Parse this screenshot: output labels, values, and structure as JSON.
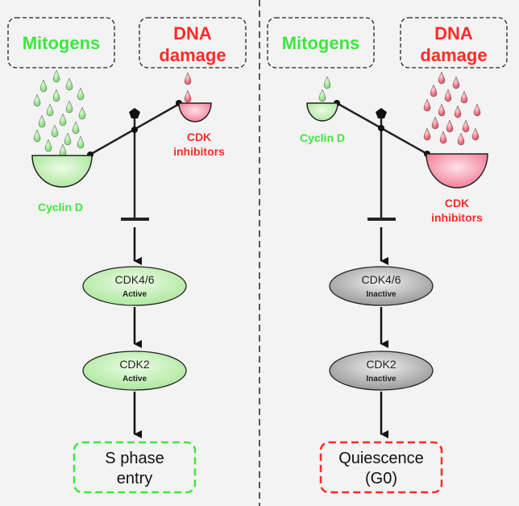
{
  "colors": {
    "green_text": "#3de83d",
    "red_text": "#ff2a2a",
    "green_fill": "#c9f2bf",
    "pink_fill": "#f9a6b7",
    "grey_fill": "#bcbcbc",
    "dark": "#222222"
  },
  "left": {
    "mitogens_label": "Mitogens",
    "dna_damage_line1": "DNA",
    "dna_damage_line2": "damage",
    "cyclin_label": "Cyclin D",
    "inhibitors_line1": "CDK",
    "inhibitors_line2": "inhibitors",
    "node1_title": "CDK4/6",
    "node1_state": "Active",
    "node2_title": "CDK2",
    "node2_state": "Active",
    "outcome_line1": "S phase",
    "outcome_line2": "entry"
  },
  "right": {
    "mitogens_label": "Mitogens",
    "dna_damage_line1": "DNA",
    "dna_damage_line2": "damage",
    "cyclin_label": "Cyclin D",
    "inhibitors_line1": "CDK",
    "inhibitors_line2": "inhibitors",
    "node1_title": "CDK4/6",
    "node1_state": "Inactive",
    "node2_title": "CDK2",
    "node2_state": "Inactive",
    "outcome_line1": "Quiescence",
    "outcome_line2": "(G0)"
  }
}
